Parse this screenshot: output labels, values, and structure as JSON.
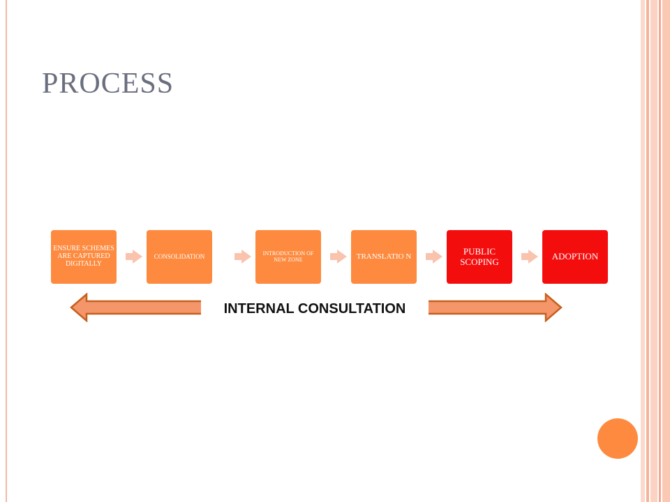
{
  "slide": {
    "title": "PROCESS",
    "steps": [
      {
        "label": "ENSURE SCHEMES ARE CAPTURED DIGITALLY"
      },
      {
        "label": "CONSOLIDATION"
      },
      {
        "label": "INTRODUCTION OF NEW ZONE"
      },
      {
        "label": "TRANSLATIO N"
      },
      {
        "label": "PUBLIC SCOPING"
      },
      {
        "label": "ADOPTION"
      }
    ],
    "arrow_label": "INTERNAL CONSULTATION"
  },
  "colors": {
    "step_orange": "#fd8a3e",
    "step_red": "#f40d0d",
    "chevron": "#f9c3ad",
    "arrow_fill": "#f4956a",
    "arrow_stroke": "#c5601e",
    "title": "#6a6e7e"
  }
}
